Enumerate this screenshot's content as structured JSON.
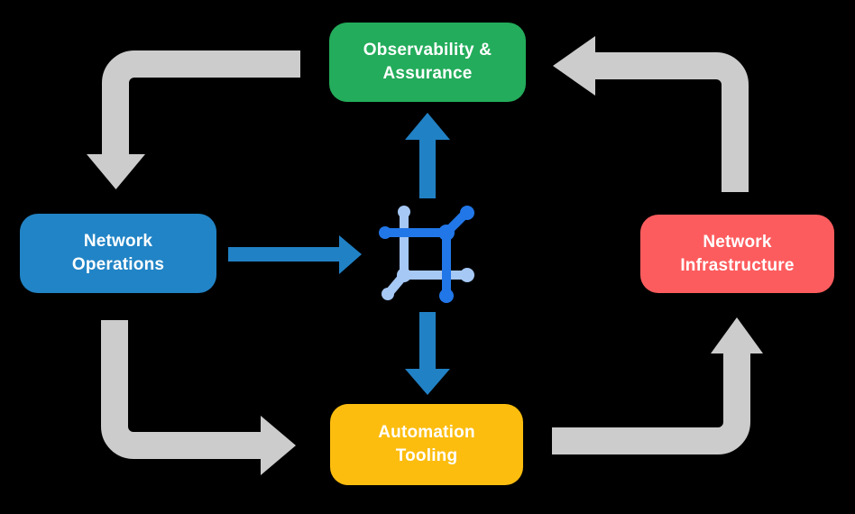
{
  "colors": {
    "background": "#000000",
    "arrow_gray": "#cccccc",
    "arrow_blue": "#2181c5",
    "icon_blue_dark": "#2277e8",
    "icon_blue_light": "#a6c8f5",
    "node_text": "#ffffff"
  },
  "nodes": [
    {
      "id": "observability-assurance",
      "lines": [
        "Observability &",
        "Assurance"
      ],
      "color": "#23ac5b"
    },
    {
      "id": "network-operations",
      "lines": [
        "Network",
        "Operations"
      ],
      "color": "#2184c6"
    },
    {
      "id": "network-infrastructure",
      "lines": [
        "Network",
        "Infrastructure"
      ],
      "color": "#fd5c5e"
    },
    {
      "id": "automation-tooling",
      "lines": [
        "Automation",
        "Tooling"
      ],
      "color": "#fcbd0f"
    }
  ],
  "center_icon": {
    "name": "network-mesh-icon"
  },
  "flows": {
    "gray_cycle": [
      {
        "from": "Observability & Assurance",
        "to": "Network Operations"
      },
      {
        "from": "Network Operations",
        "to": "Automation Tooling"
      },
      {
        "from": "Automation Tooling",
        "to": "Network Infrastructure"
      },
      {
        "from": "Network Infrastructure",
        "to": "Observability & Assurance"
      }
    ],
    "blue_spokes": [
      {
        "from": "Network Operations",
        "to": "center"
      },
      {
        "from": "center",
        "to": "Observability & Assurance"
      },
      {
        "from": "center",
        "to": "Automation Tooling"
      }
    ]
  }
}
